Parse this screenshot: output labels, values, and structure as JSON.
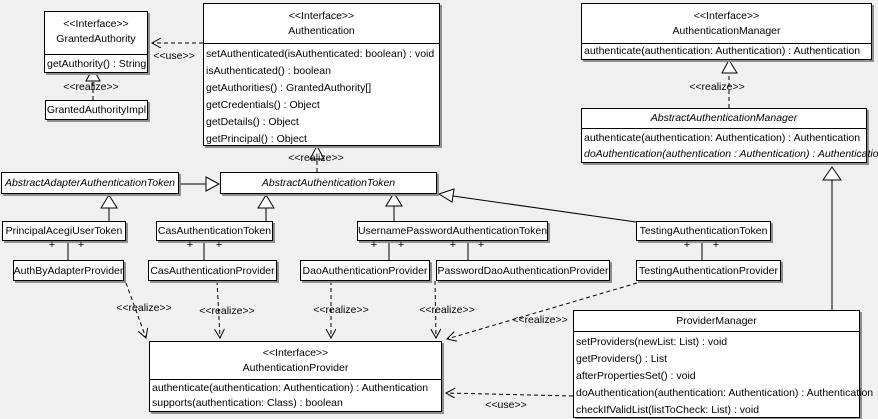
{
  "diagram": {
    "bg_color": "#f0f0f0",
    "box_fill": "#ffffff",
    "border_color": "#000000",
    "shadow_color": "#8f8f8f"
  },
  "edge_labels": {
    "use": "<<use>>",
    "realize": "<<realize>>",
    "plus": "+"
  },
  "classes": {
    "granted_authority": {
      "stereotype": "<<Interface>>",
      "name": "GrantedAuthority",
      "methods": [
        "getAuthority() : String"
      ]
    },
    "granted_authority_impl": {
      "name": "GrantedAuthorityImpl"
    },
    "authentication": {
      "stereotype": "<<Interface>>",
      "name": "Authentication",
      "methods": [
        "setAuthenticated(isAuthenticated: boolean) : void",
        "isAuthenticated() : boolean",
        "getAuthorities() : GrantedAuthority[]",
        "getCredentials() : Object",
        "getDetails() : Object",
        "getPrincipal() : Object"
      ]
    },
    "authentication_manager": {
      "stereotype": "<<Interface>>",
      "name": "AuthenticationManager",
      "methods": [
        "authenticate(authentication: Authentication) : Authentication"
      ]
    },
    "abstract_authentication_manager": {
      "name": "AbstractAuthenticationManager",
      "methods": [
        "authenticate(authentication: Authentication) : Authentication",
        "doAuthentication(authentication : Authentication) : Authentication"
      ]
    },
    "abstract_adapter_authentication_token": {
      "name": "AbstractAdapterAuthenticationToken"
    },
    "abstract_authentication_token": {
      "name": "AbstractAuthenticationToken"
    },
    "principal_acegi_user_token": {
      "name": "PrincipalAcegiUserToken"
    },
    "cas_authentication_token": {
      "name": "CasAuthenticationToken"
    },
    "username_password_authentication_token": {
      "name": "UsernamePasswordAuthenticationToken"
    },
    "testing_authentication_token": {
      "name": "TestingAuthenticationToken"
    },
    "auth_by_adapter_provider": {
      "name": "AuthByAdapterProvider"
    },
    "cas_authentication_provider": {
      "name": "CasAuthenticationProvider"
    },
    "dao_authentication_provider": {
      "name": "DaoAuthenticationProvider"
    },
    "password_dao_authentication_provider": {
      "name": "PasswordDaoAuthenticationProvider"
    },
    "testing_authentication_provider": {
      "name": "TestingAuthenticationProvider"
    },
    "authentication_provider": {
      "stereotype": "<<Interface>>",
      "name": "AuthenticationProvider",
      "methods": [
        "authenticate(authentication: Authentication) : Authentication",
        "supports(authentication: Class) : boolean"
      ]
    },
    "provider_manager": {
      "name": "ProviderManager",
      "methods": [
        "setProviders(newList: List) : void",
        "getProviders() : List",
        "afterPropertiesSet() : void",
        "doAuthentication(authentication: Authentication) : Authentication",
        "checkIfValidList(listToCheck: List) : void"
      ]
    }
  }
}
